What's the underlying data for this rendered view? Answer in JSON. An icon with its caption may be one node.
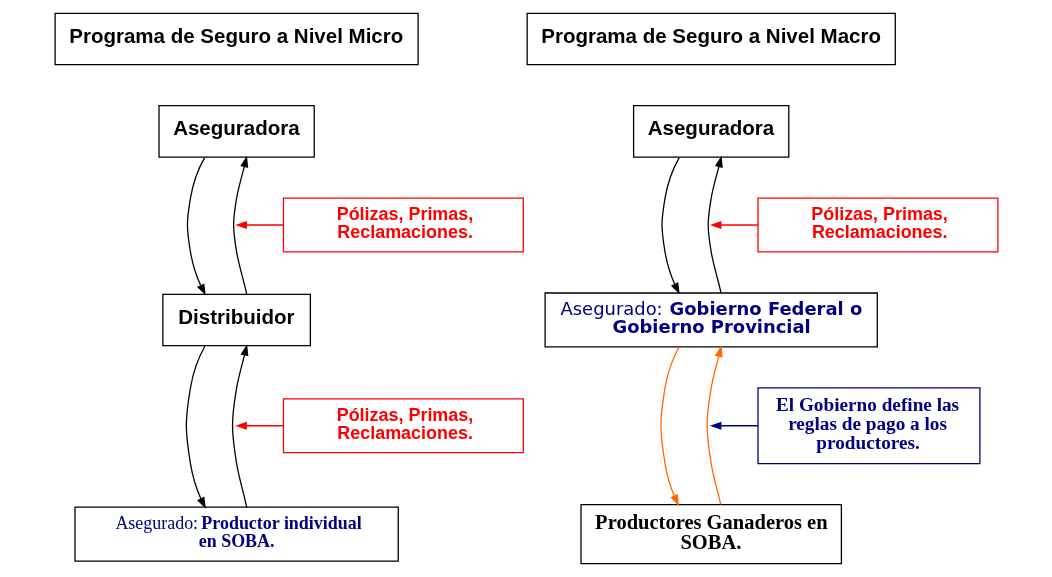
{
  "diagram": {
    "nodes": [
      {
        "text": [
          "Programa de Seguro a Nivel Micro"
        ]
      },
      {
        "text": [
          "Aseguradora"
        ]
      },
      {
        "text": [
          "Pólizas, Primas, Reclamaciones."
        ]
      },
      {
        "text": [
          "Distribuidor"
        ]
      },
      {
        "text": [
          "Pólizas, Primas, Reclamaciones."
        ]
      },
      {
        "text": [
          "Asegurado: **Productor individual en SOBA.**"
        ]
      },
      {
        "text": [
          "Programa de Seguro a Nivel Macro"
        ]
      },
      {
        "text": [
          "Aseguradora"
        ]
      },
      {
        "text": [
          "Pólizas, Primas, Reclamaciones."
        ]
      },
      {
        "text": [
          "Asegurado: **Gobierno Federal o Gobierno Provincial**"
        ]
      },
      {
        "text": [
          "El Gobierno define las reglas de pago a los productores."
        ]
      },
      {
        "text": [
          "Productores Ganaderos en SOBA."
        ]
      }
    ],
    "edges": [
      {
        "from": 1,
        "to": 3,
        "arrow": "to"
      },
      {
        "from": 3,
        "to": 1,
        "arrow": "to"
      },
      {
        "from": 2,
        "to": null,
        "arrow": "to",
        "color": "#ff0000"
      },
      {
        "from": 3,
        "to": 5,
        "arrow": "to"
      },
      {
        "from": 5,
        "to": 3,
        "arrow": "to"
      },
      {
        "from": 4,
        "to": null,
        "arrow": "to",
        "color": "#ff0000"
      },
      {
        "from": 7,
        "to": 9,
        "arrow": "to"
      },
      {
        "from": 9,
        "to": 7,
        "arrow": "to"
      },
      {
        "from": 8,
        "to": null,
        "arrow": "to",
        "color": "#ff0000"
      },
      {
        "from": 9,
        "to": 11,
        "arrow": "to",
        "color": "#ff6600"
      },
      {
        "from": 11,
        "to": 9,
        "arrow": "to",
        "color": "#ff6600"
      },
      {
        "from": 10,
        "to": null,
        "arrow": "to",
        "color": "#000080"
      }
    ]
  }
}
